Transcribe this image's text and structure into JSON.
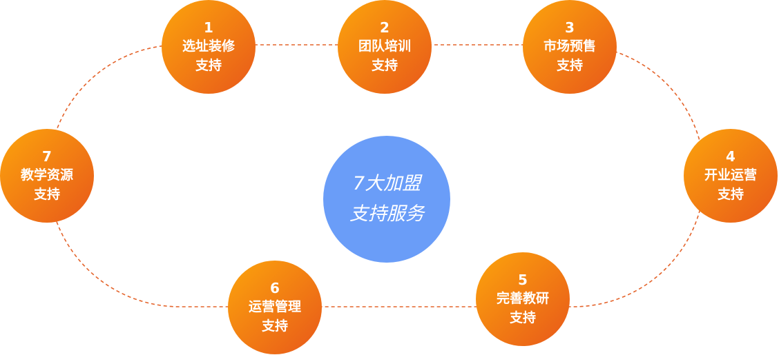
{
  "diagram": {
    "center": {
      "line1": "7大加盟",
      "line2": "支持服务",
      "color": "#6a9df8"
    },
    "loop_color": "#e4632a",
    "node_gradient": [
      "#fca40c",
      "#e8581a"
    ],
    "nodes": [
      {
        "num": "1",
        "line1": "选址装修",
        "line2": "支持"
      },
      {
        "num": "2",
        "line1": "团队培训",
        "line2": "支持"
      },
      {
        "num": "3",
        "line1": "市场预售",
        "line2": "支持"
      },
      {
        "num": "4",
        "line1": "开业运营",
        "line2": "支持"
      },
      {
        "num": "5",
        "line1": "完善教研",
        "line2": "支持"
      },
      {
        "num": "6",
        "line1": "运营管理",
        "line2": "支持"
      },
      {
        "num": "7",
        "line1": "教学资源",
        "line2": "支持"
      }
    ]
  }
}
